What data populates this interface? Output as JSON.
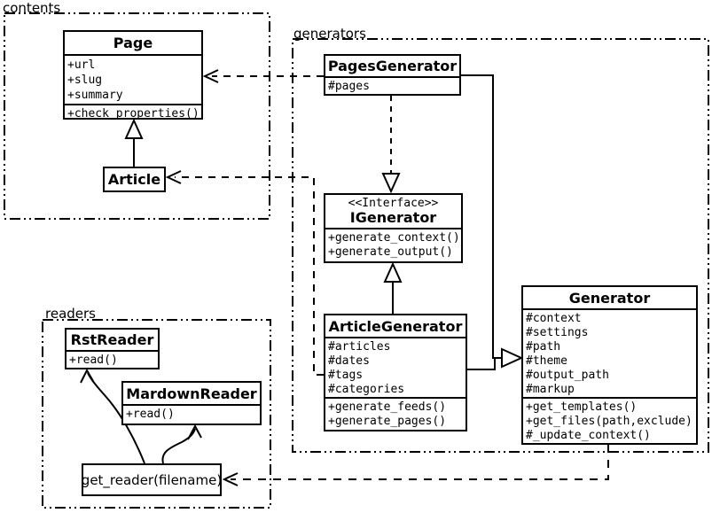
{
  "packages": {
    "contents": {
      "label": "contents"
    },
    "generators": {
      "label": "generators"
    },
    "readers": {
      "label": "readers"
    }
  },
  "classes": {
    "page": {
      "name": "Page",
      "attributes": [
        "+url",
        "+slug",
        "+summary"
      ],
      "methods": [
        "+check_properties()"
      ]
    },
    "article": {
      "name": "Article"
    },
    "pages_generator": {
      "name": "PagesGenerator",
      "attributes": [
        "#pages"
      ]
    },
    "igenerator": {
      "stereotype": "<<Interface>>",
      "name": "IGenerator",
      "methods": [
        "+generate_context()",
        "+generate_output()"
      ]
    },
    "article_generator": {
      "name": "ArticleGenerator",
      "attributes": [
        "#articles",
        "#dates",
        "#tags",
        "#categories"
      ],
      "methods": [
        "+generate_feeds()",
        "+generate_pages()"
      ]
    },
    "generator": {
      "name": "Generator",
      "attributes": [
        "#context",
        "#settings",
        "#path",
        "#theme",
        "#output_path",
        "#markup"
      ],
      "methods": [
        "+get_templates()",
        "+get_files(path,exclude)",
        "#_update_context()"
      ]
    },
    "rst_reader": {
      "name": "RstReader",
      "methods": [
        "+read()"
      ]
    },
    "mardown_reader": {
      "name": "MardownReader",
      "methods": [
        "+read()"
      ]
    },
    "get_reader": {
      "label": "get_reader(filename)"
    }
  },
  "relationships": [
    {
      "from": "Article",
      "to": "Page",
      "type": "inheritance"
    },
    {
      "from": "PagesGenerator",
      "to": "IGenerator",
      "type": "realization"
    },
    {
      "from": "ArticleGenerator",
      "to": "IGenerator",
      "type": "realization"
    },
    {
      "from": "PagesGenerator",
      "to": "Generator",
      "type": "inheritance"
    },
    {
      "from": "ArticleGenerator",
      "to": "Generator",
      "type": "inheritance"
    },
    {
      "from": "PagesGenerator",
      "to": "Page",
      "type": "dependency"
    },
    {
      "from": "ArticleGenerator",
      "to": "Article",
      "type": "dependency"
    },
    {
      "from": "Generator",
      "to": "get_reader(filename)",
      "type": "dependency"
    },
    {
      "from": "get_reader(filename)",
      "to": "RstReader",
      "type": "reference"
    },
    {
      "from": "get_reader(filename)",
      "to": "MardownReader",
      "type": "reference"
    }
  ],
  "colors": {
    "line": "#000000",
    "background": "#ffffff"
  }
}
